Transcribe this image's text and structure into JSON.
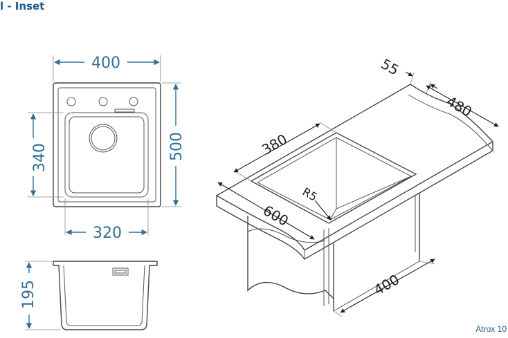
{
  "header": {
    "title": "l - Inset"
  },
  "footer": {
    "model": "Atrox 10"
  },
  "top_view": {
    "width_outer": "400",
    "height_outer": "500",
    "width_inner": "320",
    "height_inner": "340"
  },
  "section_view": {
    "depth": "195"
  },
  "iso_view": {
    "rim_width": "55",
    "counter_depth": "480",
    "bowl_width": "380",
    "radius": "R5",
    "cabinet_width": "600",
    "cabinet_depth": "400"
  },
  "colors": {
    "dimension": "#2f6f95",
    "outline": "#444444",
    "title": "#1f5c8a"
  }
}
